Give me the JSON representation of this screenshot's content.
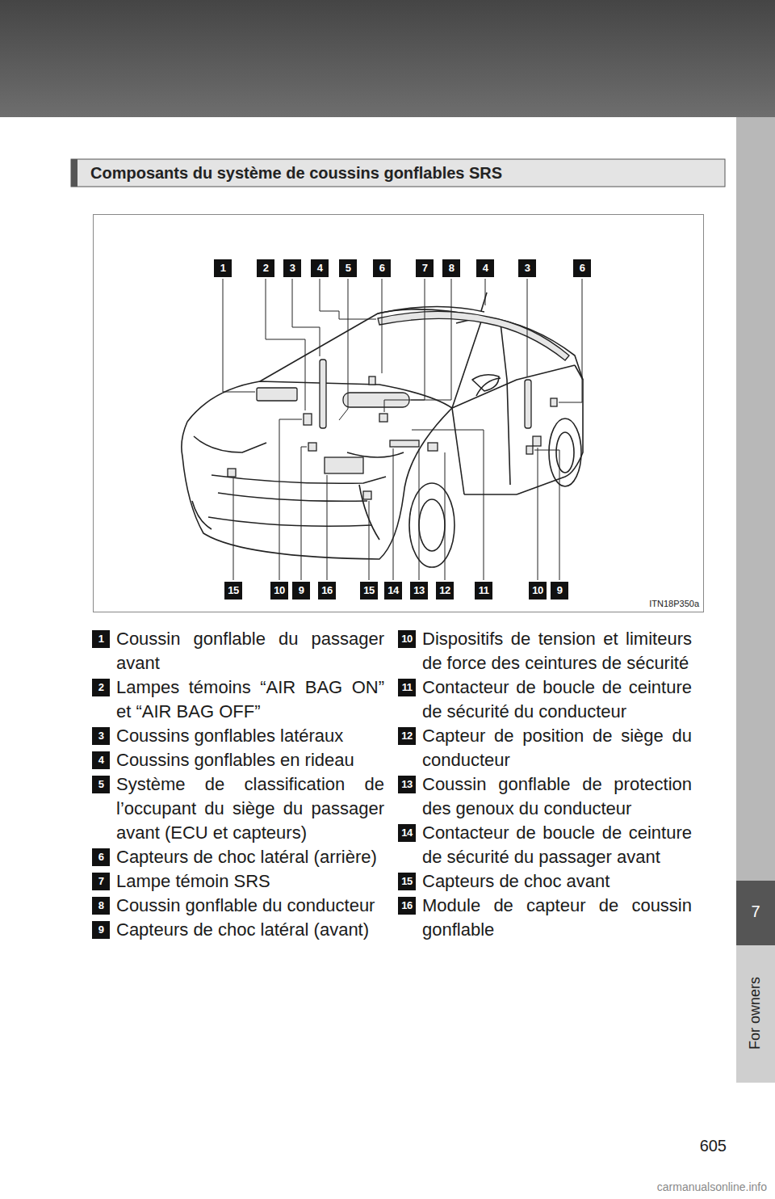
{
  "diagram": {
    "title": "Composants du système de coussins gonflables SRS",
    "labels": [
      "1",
      "2",
      "3",
      "4",
      "5",
      "6",
      "7",
      "8",
      "4",
      "3",
      "6",
      "15",
      "10",
      "9",
      "16",
      "15",
      "14",
      "13",
      "12",
      "11",
      "10",
      "9",
      "ITN18P350a",
      "1",
      "Coussin gonflable du passager avant",
      "2",
      "Lampes témoins “AIR BAG ON” et “AIR BAG OFF”",
      "3",
      "Coussins gonflables latéraux",
      "4",
      "Coussins gonflables en rideau",
      "5",
      "Système de classification de l’occupant du siège du passager avant (ECU et capteurs)",
      "6",
      "Capteurs de choc latéral (arrière)",
      "7",
      "Lampe témoin SRS",
      "8",
      "Coussin gonflable du conducteur",
      "9",
      "Capteurs de choc latéral (avant)",
      "10",
      "Dispositifs de tension et limiteurs de force des ceintures de sécurité",
      "11",
      "Contacteur de boucle de ceinture de sécurité du conducteur",
      "12",
      "Capteur de position de siège du conducteur",
      "13",
      "Coussin gonflable de protection des genoux du conducteur",
      "14",
      "Contacteur de boucle de ceinture de sécurité du passager avant",
      "15",
      "Capteurs de choc avant",
      "16",
      "Module de capteur de coussin gonflable",
      "7",
      "For owners",
      "605",
      "carmanualsonline.info"
    ]
  }
}
